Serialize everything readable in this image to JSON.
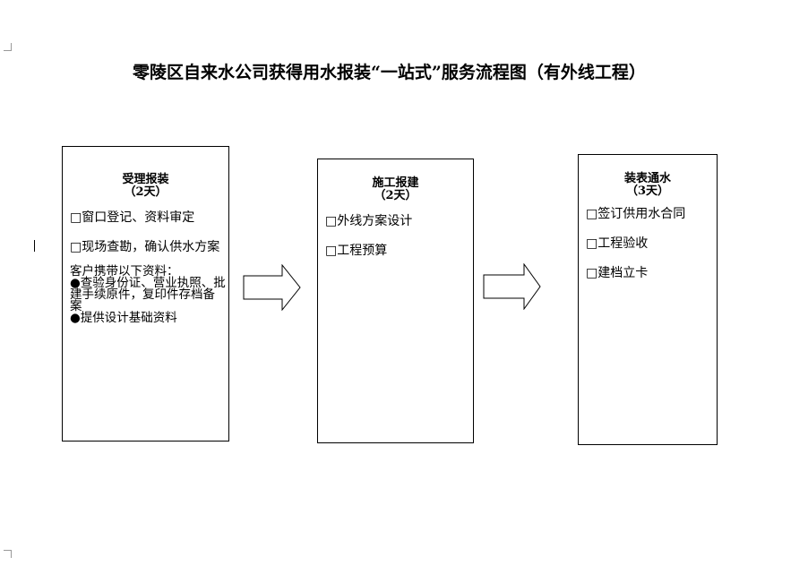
{
  "title": "零陵区自来水公司获得用水报装“一站式”服务流程图（有外线工程）",
  "steps": [
    {
      "name": "受理报装",
      "days": "（2天）",
      "items": [
        "□窗口登记、资料审定",
        "□现场查勘，确认供水方案"
      ],
      "note_head": "客户携带以下资料：",
      "notes": [
        "●查验身份证、营业执照、批建手续原件，复印件存档备案",
        "●提供设计基础资料"
      ]
    },
    {
      "name": "施工报建",
      "days": "（2天）",
      "items": [
        "□外线方案设计",
        "□工程预算"
      ]
    },
    {
      "name": "装表通水",
      "days": "（3天）",
      "items": [
        "□签订供用水合同",
        "□工程验收",
        "□建档立卡"
      ]
    }
  ]
}
